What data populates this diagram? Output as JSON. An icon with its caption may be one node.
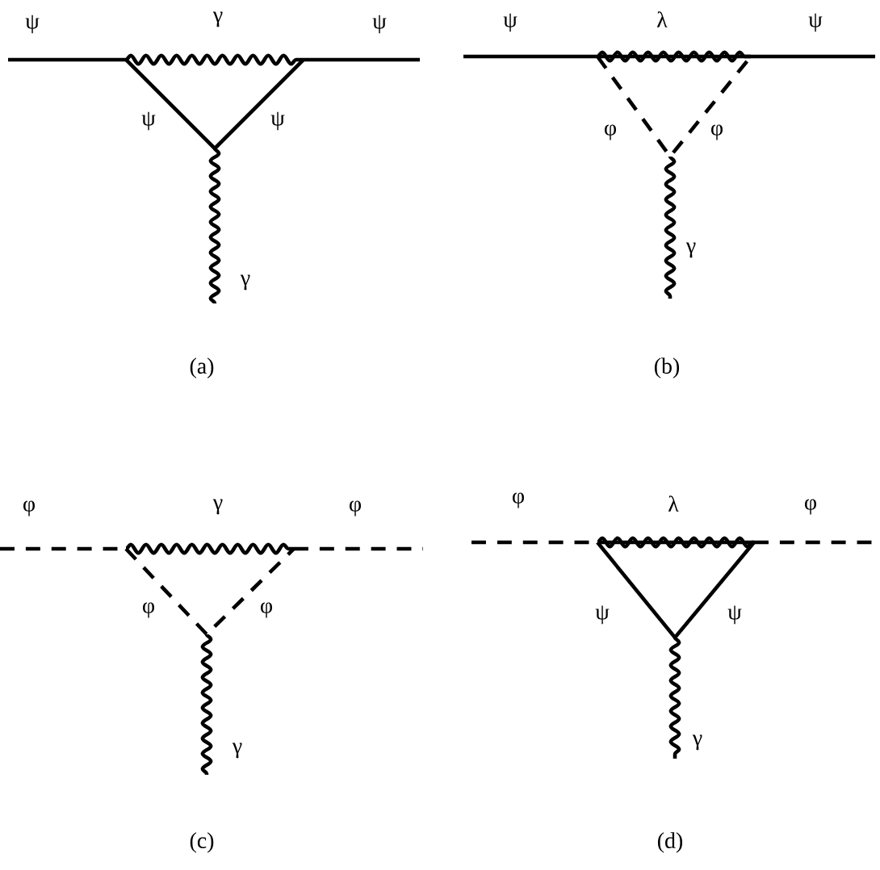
{
  "diagram": {
    "labels": [
      "ψ",
      "γ",
      "ψ",
      "ψ",
      "ψ",
      "γ",
      "(a)",
      "ψ",
      "λ",
      "ψ",
      "φ",
      "φ",
      "γ",
      "(b)",
      "φ",
      "γ",
      "φ",
      "φ",
      "φ",
      "γ",
      "(c)",
      "φ",
      "λ",
      "φ",
      "ψ",
      "ψ",
      "γ",
      "(d)"
    ]
  }
}
